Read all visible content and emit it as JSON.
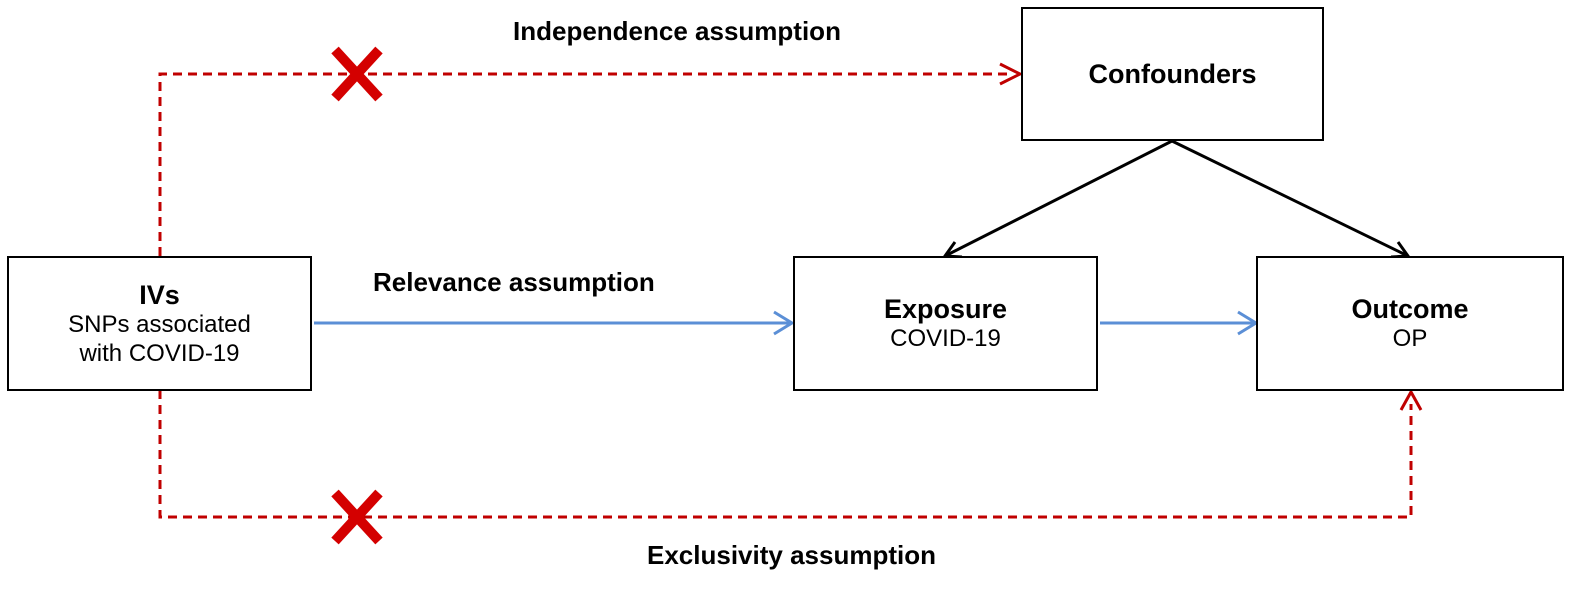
{
  "nodes": {
    "ivs": {
      "title": "IVs",
      "subtitle": "SNPs associated with COVID-19"
    },
    "confounders": {
      "title": "Confounders"
    },
    "exposure": {
      "title": "Exposure",
      "subtitle": "COVID-19"
    },
    "outcome": {
      "title": "Outcome",
      "subtitle": "OP"
    }
  },
  "labels": {
    "independence": "Independence assumption",
    "relevance": "Relevance assumption",
    "exclusivity": "Exclusivity assumption"
  },
  "colors": {
    "violated_path": "#c00000",
    "causal_path": "#5b8fd6",
    "confounding_path": "#000000",
    "box_border": "#000000"
  },
  "edges": [
    {
      "from": "IVs",
      "to": "Confounders",
      "style": "dashed",
      "color": "violated_path",
      "crossed": true
    },
    {
      "from": "IVs",
      "to": "Exposure",
      "style": "solid",
      "color": "causal_path",
      "crossed": false
    },
    {
      "from": "Exposure",
      "to": "Outcome",
      "style": "solid",
      "color": "causal_path",
      "crossed": false
    },
    {
      "from": "Confounders",
      "to": "Exposure",
      "style": "solid",
      "color": "confounding_path",
      "crossed": false
    },
    {
      "from": "Confounders",
      "to": "Outcome",
      "style": "solid",
      "color": "confounding_path",
      "crossed": false
    },
    {
      "from": "IVs",
      "to": "Outcome",
      "style": "dashed",
      "color": "violated_path",
      "crossed": true
    }
  ]
}
